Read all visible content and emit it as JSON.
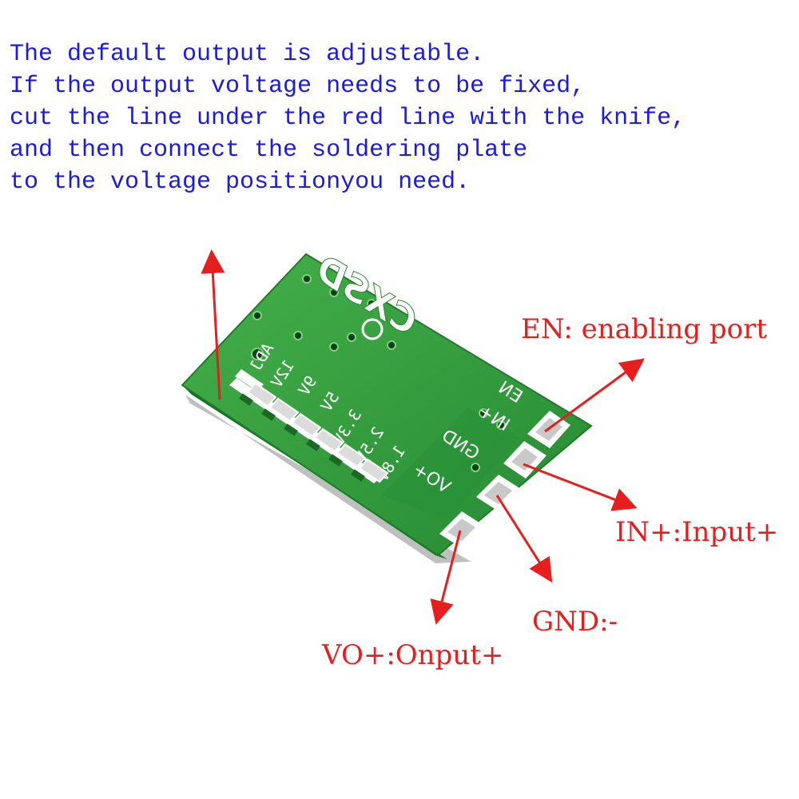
{
  "instructions": {
    "lines": [
      "The default output is adjustable.",
      "If the output voltage needs to be fixed,",
      "cut the line under the red line with the knife,",
      "and then connect the soldering plate",
      "to the voltage positionyou need."
    ]
  },
  "board": {
    "brand": "CXSD",
    "voltage_labels": [
      "ADJ",
      "12V",
      "9V",
      "5V",
      "3.3V",
      "2.5V",
      "1.8V"
    ],
    "pin_labels": [
      "EN",
      "IN+",
      "GND",
      "VO+"
    ],
    "colors": {
      "pcb": "#2f9a3a",
      "silkscreen": "#ffffff",
      "pad": "#d9d9d9"
    }
  },
  "callouts": {
    "en": "EN: enabling port",
    "in": "IN+:Input+",
    "gnd": "GND:-",
    "vo": "VO+:Onput+",
    "color": "#e61e1e"
  }
}
